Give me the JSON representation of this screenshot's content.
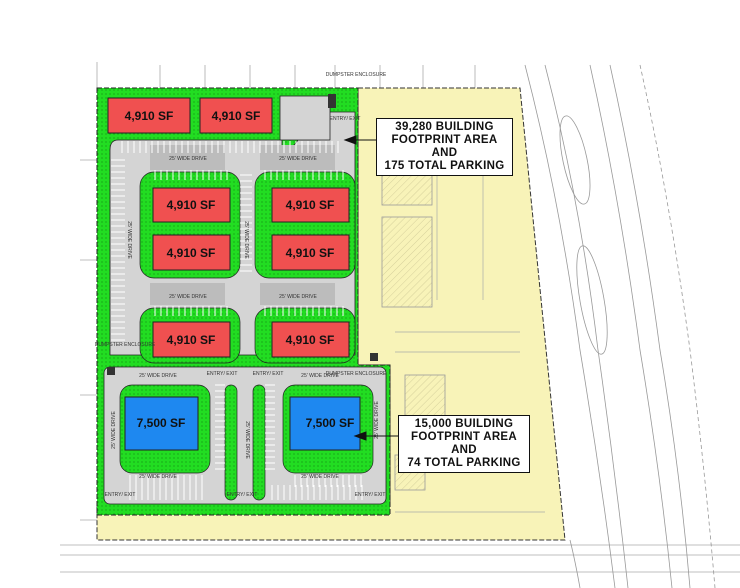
{
  "colors": {
    "green": "#22dd22",
    "red": "#f05050",
    "blue": "#1e88f0",
    "yellow": "#f8f3b8",
    "pavement": "#d4d4d4"
  },
  "upper_site": {
    "buildings": [
      "4,910 SF",
      "4,910 SF",
      "4,910 SF",
      "4,910 SF",
      "4,910 SF",
      "4,910 SF",
      "4,910 SF",
      "4,910 SF"
    ],
    "drive_label": "25' WIDE DRIVE",
    "dumpster_label": "DUMPSTER ENCLOSURE",
    "entry_label": "ENTRY/ EXIT",
    "callout": [
      "39,280 BUILDING",
      "FOOTPRINT AREA",
      "AND",
      "175 TOTAL PARKING"
    ]
  },
  "lower_site": {
    "buildings": [
      "7,500 SF",
      "7,500 SF"
    ],
    "drive_label": "25' WIDE DRIVE",
    "dumpster_label": "DUMPSTER ENCLOSURE",
    "entry_label": "ENTRY/ EXIT",
    "callout": [
      "15,000 BUILDING",
      "FOOTPRINT AREA",
      "AND",
      "74 TOTAL PARKING"
    ]
  }
}
